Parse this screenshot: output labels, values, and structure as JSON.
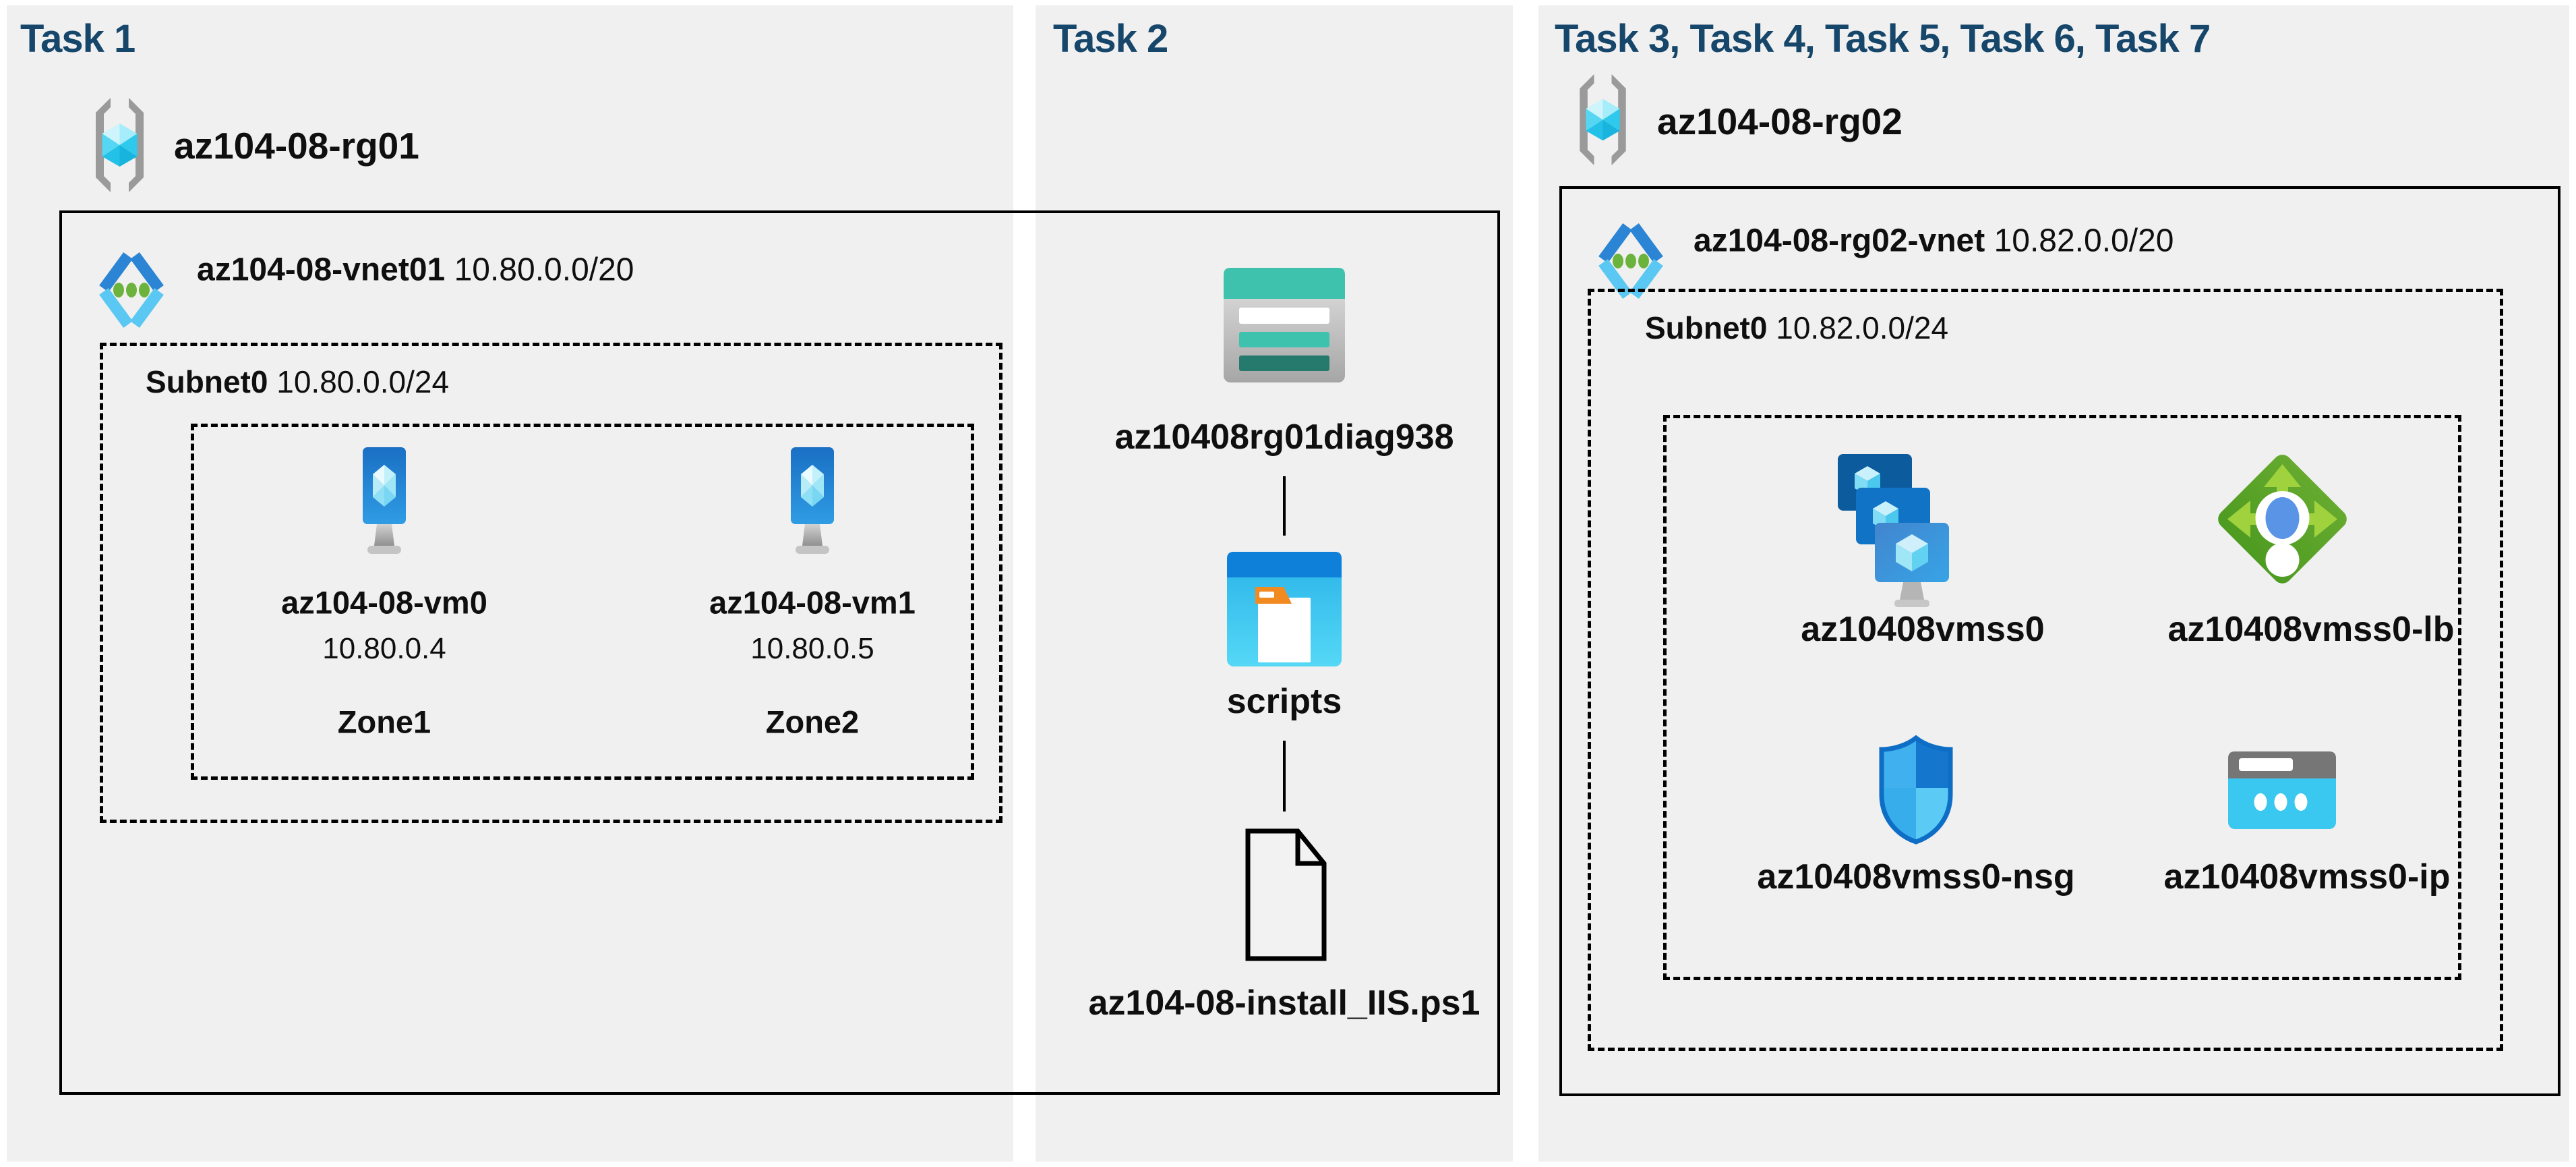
{
  "colors": {
    "background": "#ffffff",
    "panel_bg": "#f0f0f0",
    "heading_navy": "#17466b",
    "text": "#0f0f0f",
    "box_border": "#000000",
    "rg_bracket_gray": "#9a9a9a",
    "cube_cyan": "#2ec9ec",
    "vnet_blue": "#2b84d4",
    "vnet_cyan": "#5ac8f2",
    "vnet_green_dot": "#6cb33e",
    "vm_screen_blue_top": "#1a6fc4",
    "vm_screen_blue_bottom": "#2f9ce4",
    "storage_teal": "#3ec2ae",
    "storage_teal_dark": "#26796d",
    "folder_title_blue": "#0f80da",
    "folder_body_cyan": "#3cc4ee",
    "folder_tab_orange": "#f18a20",
    "vmss_back_blue": "#0b5b9d",
    "vmss_mid_blue": "#1173c6",
    "lb_green": "#559f27",
    "lb_green_light": "#9fd23d",
    "lb_center_blue": "#5a94e6",
    "nsg_dark_blue": "#1476cd",
    "nsg_light_blue": "#41b0ee",
    "ip_header_gray": "#767676",
    "ip_body_cyan": "#3ac7f0"
  },
  "icons": [
    "resource-group-icon",
    "virtual-network-icon",
    "virtual-machine-icon",
    "storage-account-icon",
    "blob-container-icon",
    "script-file-icon",
    "vm-scale-set-icon",
    "load-balancer-icon",
    "network-security-group-icon",
    "public-ip-icon"
  ],
  "panels": {
    "task1": {
      "heading": "Task 1",
      "resource_group": "az104-08-rg01",
      "vnet": {
        "name": "az104-08-vnet01",
        "cidr": "10.80.0.0/20"
      },
      "subnet": {
        "name": "Subnet0",
        "cidr": "10.80.0.0/24"
      },
      "vms": [
        {
          "name": "az104-08-vm0",
          "ip": "10.80.0.4",
          "zone": "Zone1"
        },
        {
          "name": "az104-08-vm1",
          "ip": "10.80.0.5",
          "zone": "Zone2"
        }
      ]
    },
    "task2": {
      "heading": "Task 2",
      "storage_account": "az10408rg01diag938",
      "container": "scripts",
      "script_file": "az104-08-install_IIS.ps1"
    },
    "task3": {
      "heading": "Task 3, Task 4, Task 5, Task 6, Task 7",
      "resource_group": "az104-08-rg02",
      "vnet": {
        "name": "az104-08-rg02-vnet",
        "cidr": "10.82.0.0/20"
      },
      "subnet": {
        "name": "Subnet0",
        "cidr": "10.82.0.0/24"
      },
      "resources": [
        {
          "name": "az10408vmss0"
        },
        {
          "name": "az10408vmss0-lb"
        },
        {
          "name": "az10408vmss0-nsg"
        },
        {
          "name": "az10408vmss0-ip"
        }
      ]
    }
  }
}
